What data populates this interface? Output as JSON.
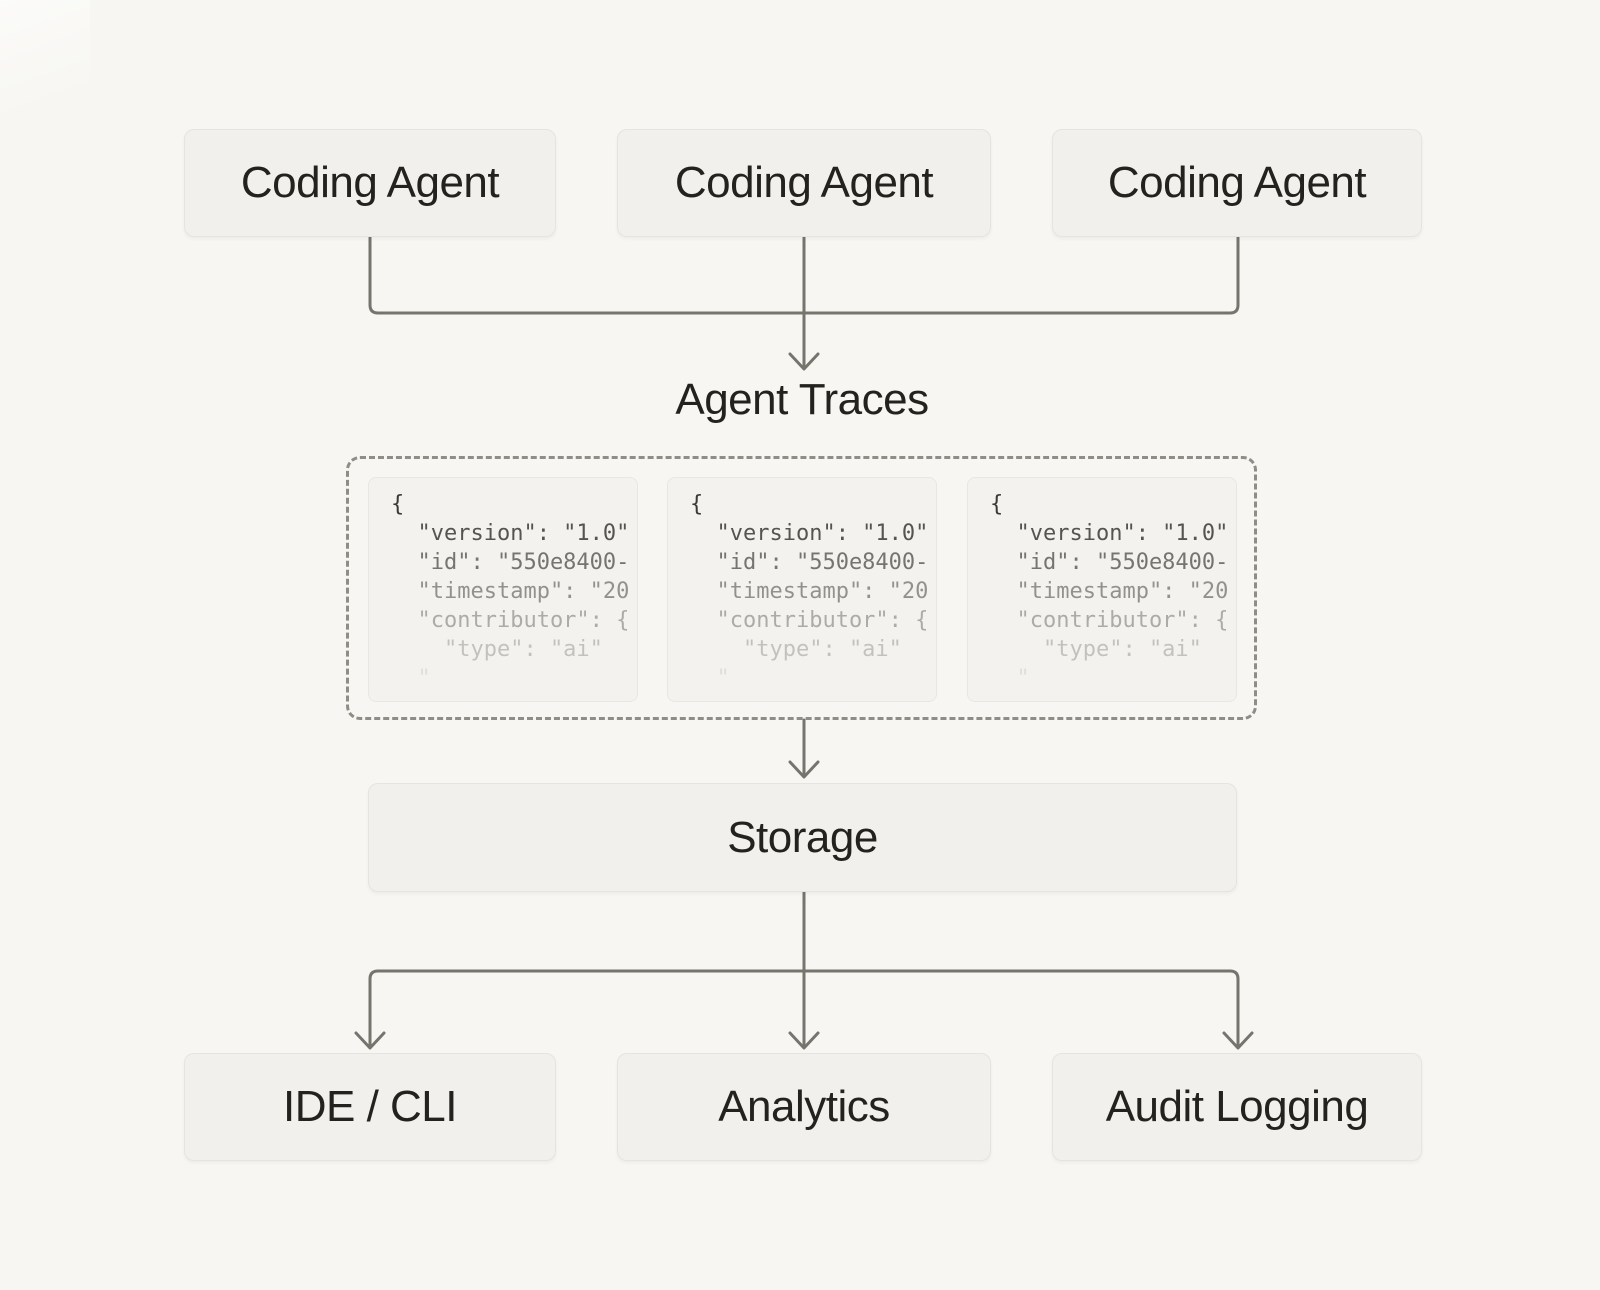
{
  "theme": {
    "page_bg": "#f7f6f2",
    "node_bg": "#f1f0ec",
    "node_border": "#e6e4df",
    "node_text": "#23221f",
    "line_color": "#75746d",
    "dash_color": "#8e8d86",
    "card_bg": "#f3f2ee",
    "card_border": "#e9e7e2",
    "code_color": "#3a3935"
  },
  "top_row": {
    "nodes": [
      {
        "label": "Coding Agent"
      },
      {
        "label": "Coding Agent"
      },
      {
        "label": "Coding Agent"
      }
    ]
  },
  "traces": {
    "title": "Agent Traces",
    "code_lines": [
      "{",
      "  \"version\": \"1.0\"",
      "  \"id\": \"550e8400-",
      "  \"timestamp\": \"20",
      "  \"contributor\": {",
      "    \"type\": \"ai\"",
      "  \""
    ]
  },
  "storage": {
    "label": "Storage"
  },
  "bottom_row": {
    "nodes": [
      {
        "label": "IDE / CLI"
      },
      {
        "label": "Analytics"
      },
      {
        "label": "Audit Logging"
      }
    ]
  }
}
